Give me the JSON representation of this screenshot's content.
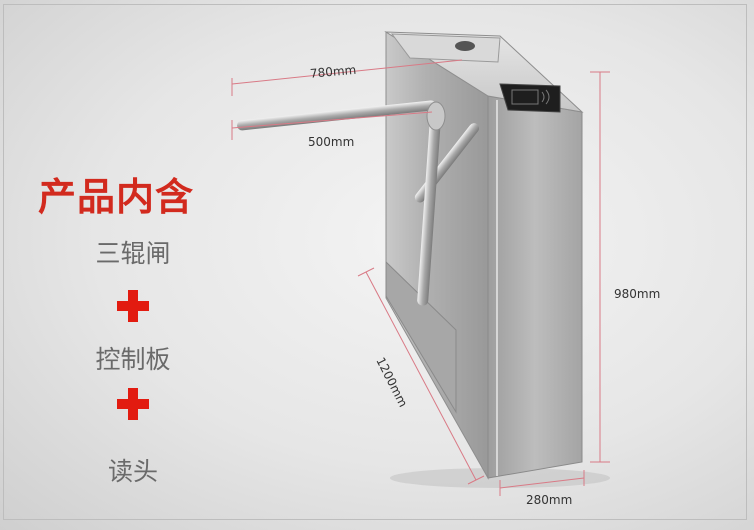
{
  "heading": "产品内含",
  "items": [
    "三辊闸",
    "控制板",
    "读头"
  ],
  "dimensions": {
    "arm_span": "780mm",
    "arm_length": "500mm",
    "height": "980mm",
    "length": "1200mm",
    "width": "280mm"
  },
  "colors": {
    "heading_red": "#d22a1e",
    "plus_red": "#e21b10",
    "dimension_line": "#d97a86",
    "steel": "#b4b4b4"
  },
  "icons": [
    "plus-icon",
    "card-reader-icon"
  ]
}
